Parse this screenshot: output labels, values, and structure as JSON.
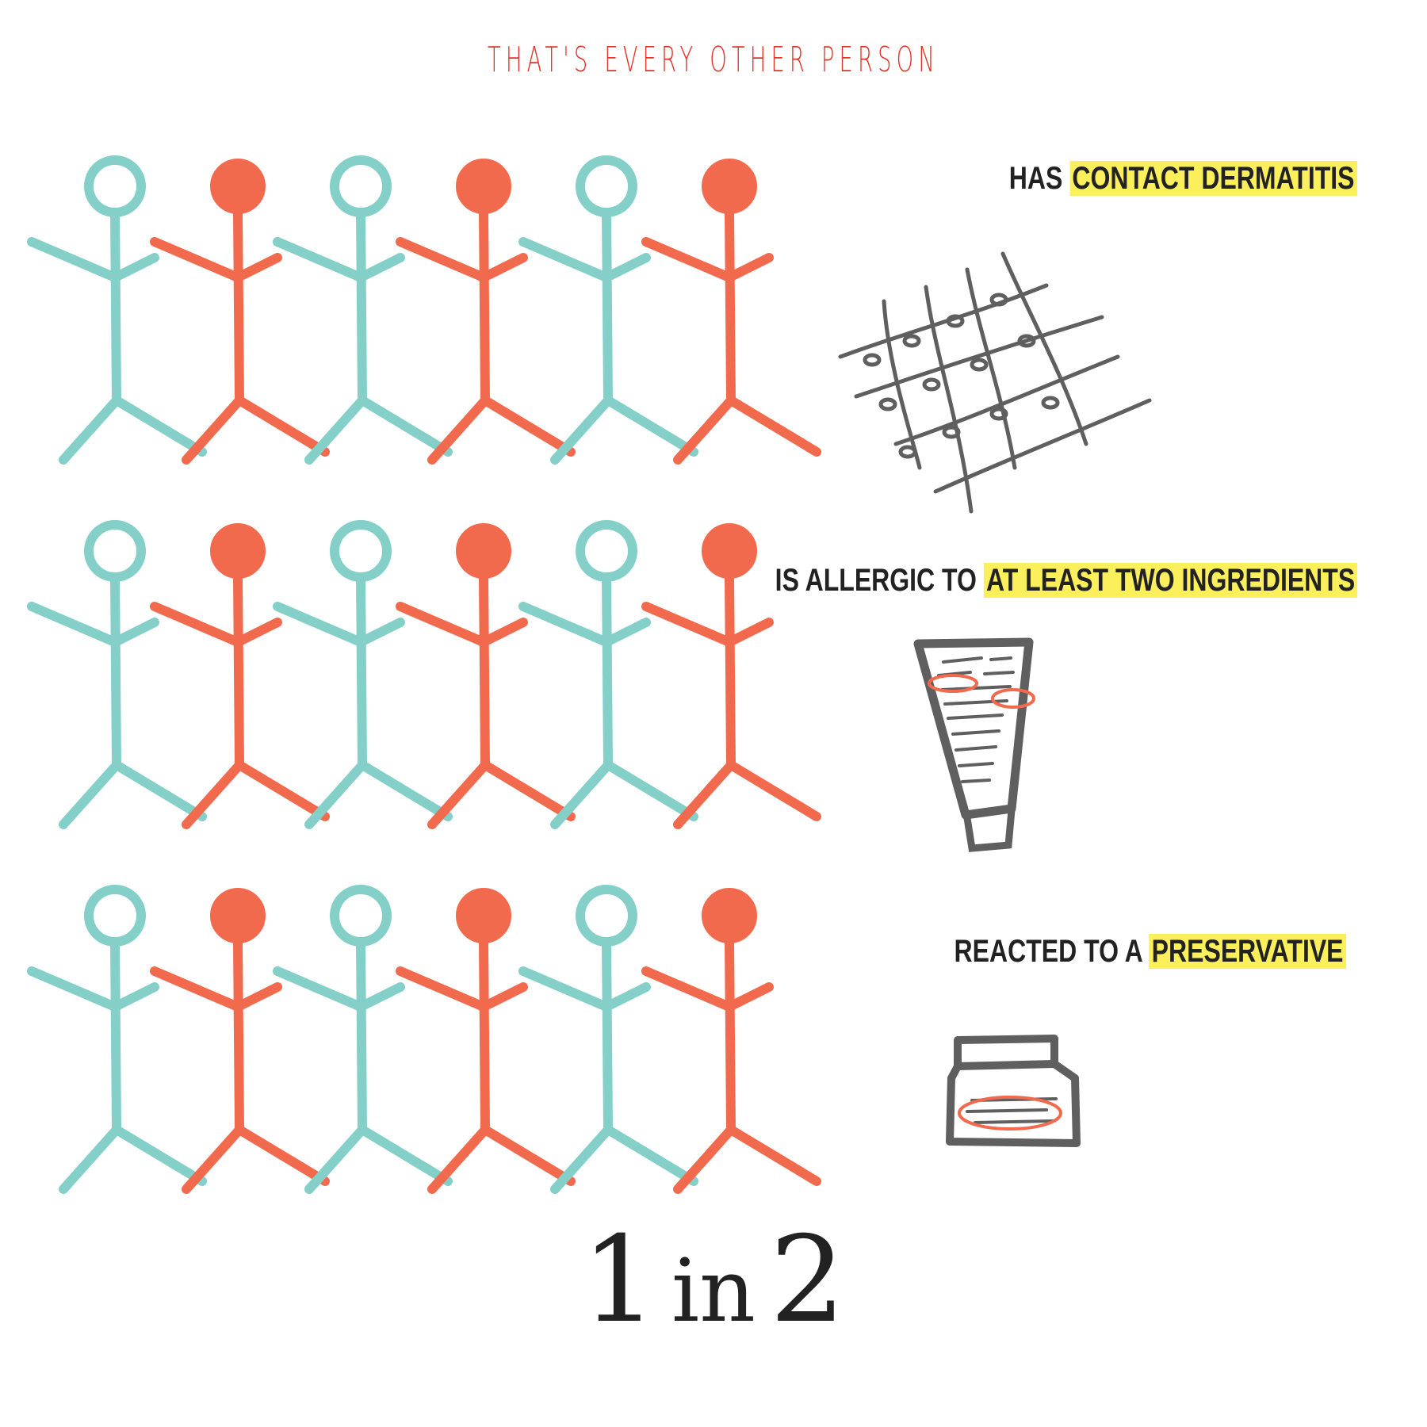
{
  "header": {
    "text": "THAT'S EVERY OTHER PERSON"
  },
  "colors": {
    "teal": "#84cfc8",
    "orange": "#f26a4d",
    "highlight": "#fbef5c",
    "ink": "#222222",
    "icon_gray": "#5f5f5f",
    "header_red": "#e2342a"
  },
  "statements": [
    {
      "prefix": "HAS ",
      "highlight": "CONTACT DERMATITIS",
      "icon": "skin-grid-icon"
    },
    {
      "prefix": "IS ALLERGIC TO ",
      "highlight": "AT LEAST TWO INGREDIENTS",
      "icon": "cream-tube-icon"
    },
    {
      "prefix": "REACTED TO A ",
      "highlight": "PRESERVATIVE",
      "icon": "jar-label-icon"
    }
  ],
  "figures": {
    "rows": 3,
    "per_row": 6,
    "pattern": [
      "teal",
      "orange",
      "teal",
      "orange",
      "teal",
      "orange"
    ]
  },
  "ratio": {
    "one": "1",
    "in": "in",
    "two": "2"
  }
}
